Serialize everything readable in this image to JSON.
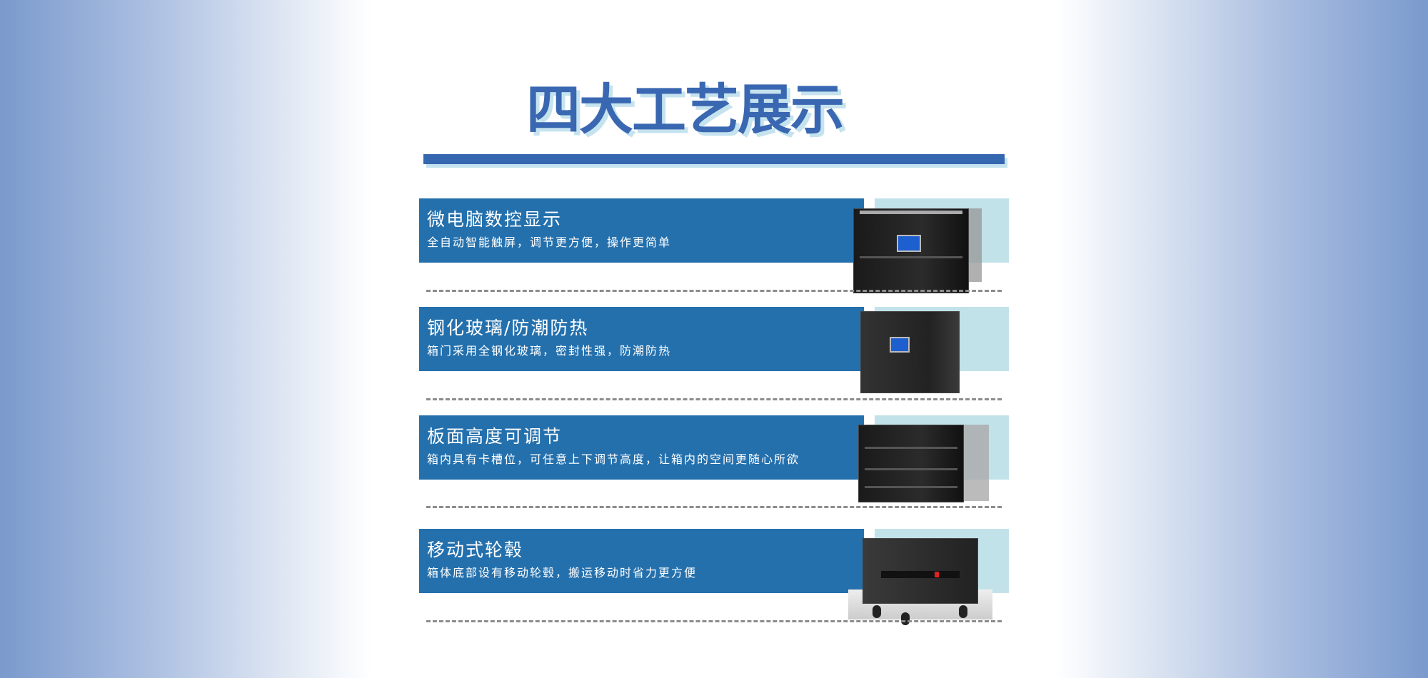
{
  "title": "四大工艺展示",
  "features": [
    {
      "heading": "微电脑数控显示",
      "desc": "全自动智能触屏，调节更方便，操作更简单"
    },
    {
      "heading": "钢化玻璃/防潮防热",
      "desc": "箱门采用全钢化玻璃，密封性强，防潮防热"
    },
    {
      "heading": "板面高度可调节",
      "desc": "箱内具有卡槽位，可任意上下调节高度，让箱内的空间更随心所欲"
    },
    {
      "heading": "移动式轮毂",
      "desc": "箱体底部设有移动轮毂，搬运移动时省力更方便"
    }
  ],
  "colors": {
    "accent": "#2470ad",
    "title": "#3a67b1",
    "light": "#c2e2e9"
  }
}
